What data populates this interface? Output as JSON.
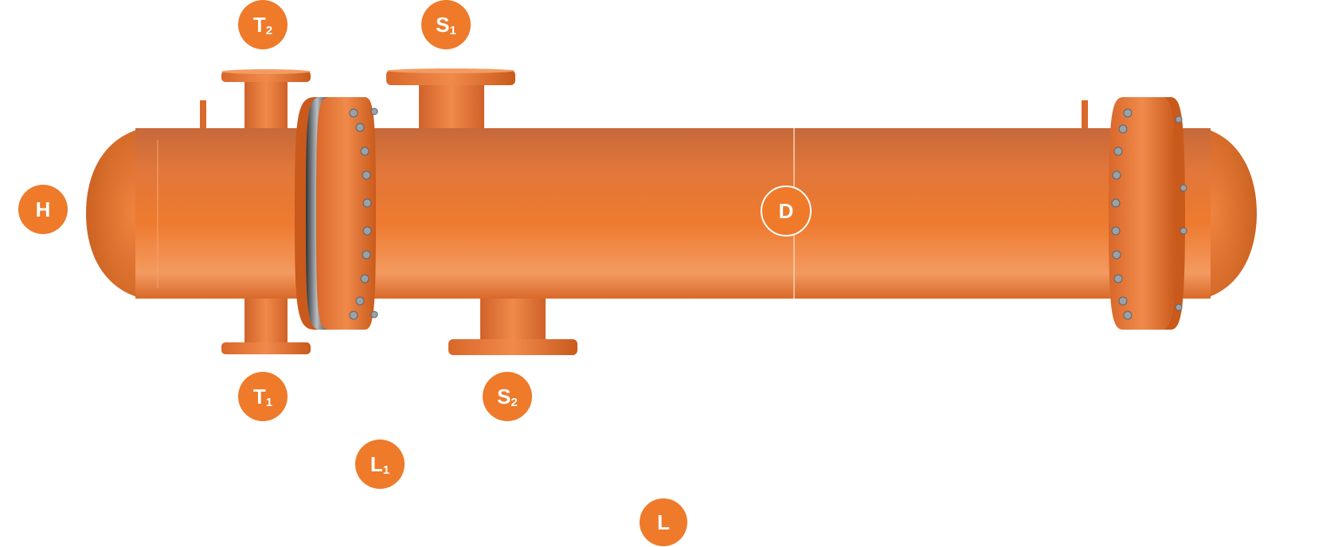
{
  "diagram": {
    "colors": {
      "body": "#e9722e",
      "body_light": "#f39156",
      "body_shadow": "#c95a1c",
      "badge": "#ee7a2a",
      "badge_text": "#ffffff",
      "bolt": "#9aa1a8",
      "gasket": "#4a4f55"
    },
    "labels": {
      "T2": {
        "main": "T",
        "sub": "2"
      },
      "S1": {
        "main": "S",
        "sub": "1"
      },
      "H": {
        "main": "H",
        "sub": ""
      },
      "D": {
        "main": "D",
        "sub": ""
      },
      "T1": {
        "main": "T",
        "sub": "1"
      },
      "S2": {
        "main": "S",
        "sub": "2"
      },
      "L1": {
        "main": "L",
        "sub": "1"
      },
      "L": {
        "main": "L",
        "sub": ""
      }
    }
  }
}
